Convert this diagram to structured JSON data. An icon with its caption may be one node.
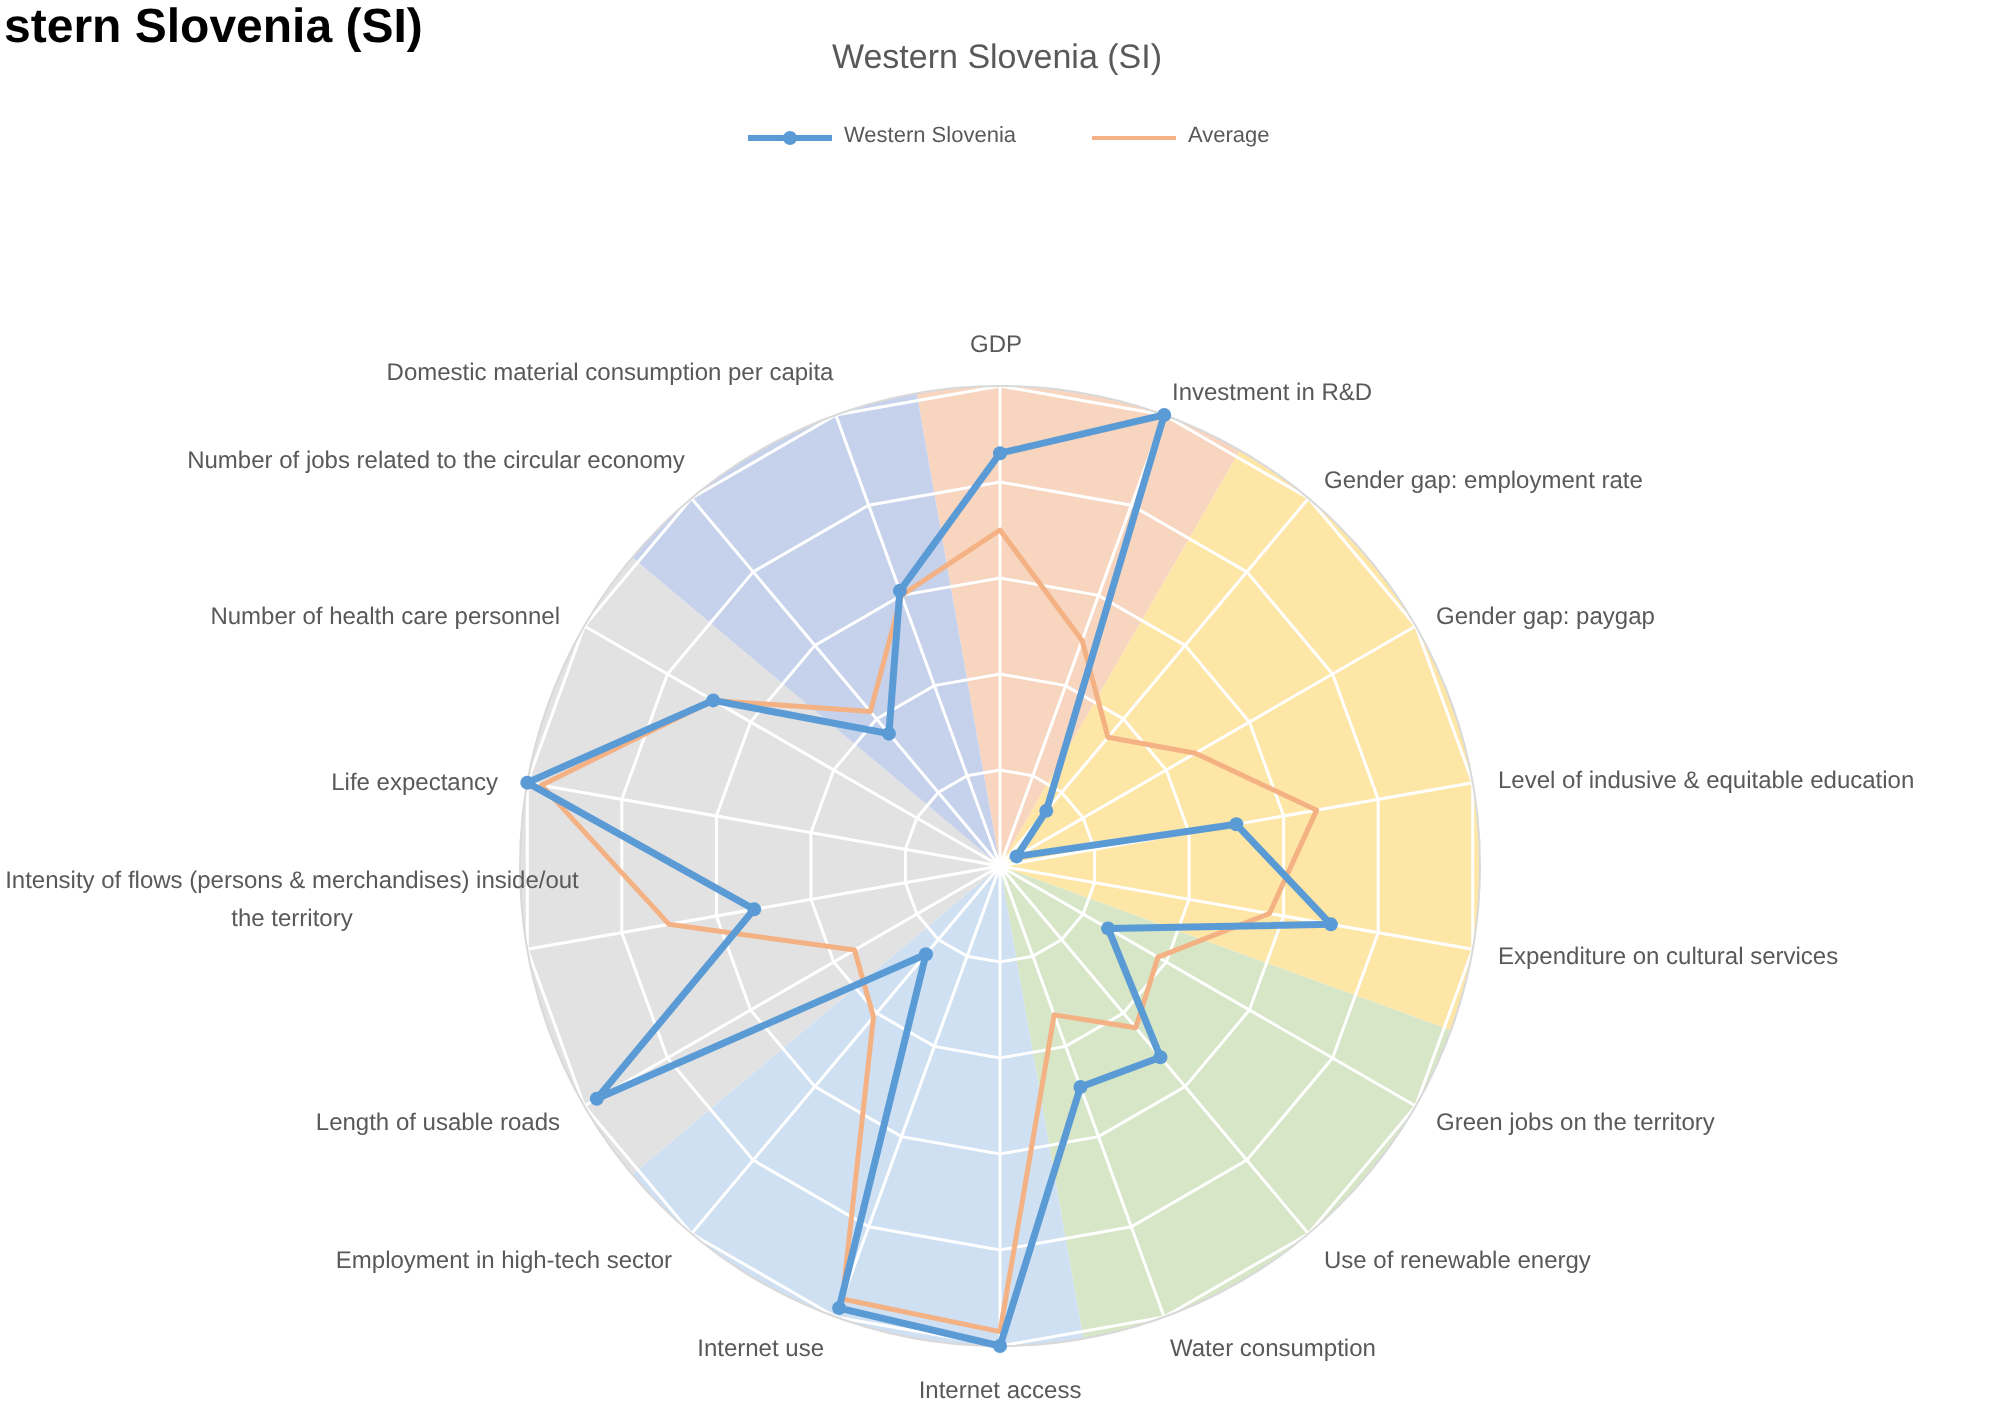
{
  "diagram": {
    "title": "Western Slovenia (SI)",
    "labels": [
      "stern Slovenia (SI)",
      "GDP",
      "Domestic material consumption per capita",
      "Investment in R&D",
      "Gender gap: employment rate",
      "Number of jobs related to the circular economy",
      "Gender gap: paygap",
      "Number of health care personnel",
      "Level of indusive & equitable education",
      "Life expectancy",
      "Intensity of flows (persons & merchandises) inside/out the territory",
      "Expenditure on cultural services",
      "Length of usable roads",
      "Green jobs on the territory",
      "Employment in high-tech sector",
      "Use of renewable energy",
      "Internet use",
      "Water consumption",
      "Internet access"
    ],
    "legend": [
      {
        "text": "Western Slovenia"
      },
      {
        "text": "Average"
      }
    ]
  }
}
